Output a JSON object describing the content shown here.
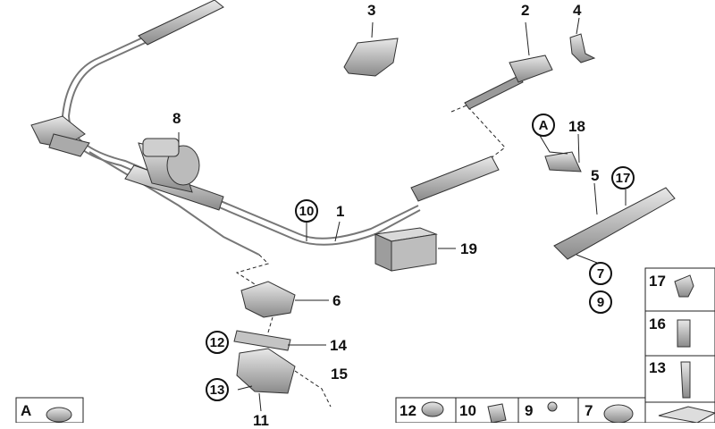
{
  "callouts": {
    "c1": "1",
    "c2": "2",
    "c3": "3",
    "c4": "4",
    "c5": "5",
    "c6": "6",
    "c8": "8",
    "c11": "11",
    "c14": "14",
    "c15": "15",
    "c18": "18",
    "c19": "19"
  },
  "circled": {
    "c10": "10",
    "c12": "12",
    "c13": "13",
    "c17": "17",
    "c7": "7",
    "c9": "9",
    "cA": "A"
  },
  "legend": {
    "right_column": [
      "17",
      "16",
      "13"
    ],
    "bottom_row": [
      "12",
      "10",
      "9",
      "7"
    ],
    "corner": "A"
  }
}
